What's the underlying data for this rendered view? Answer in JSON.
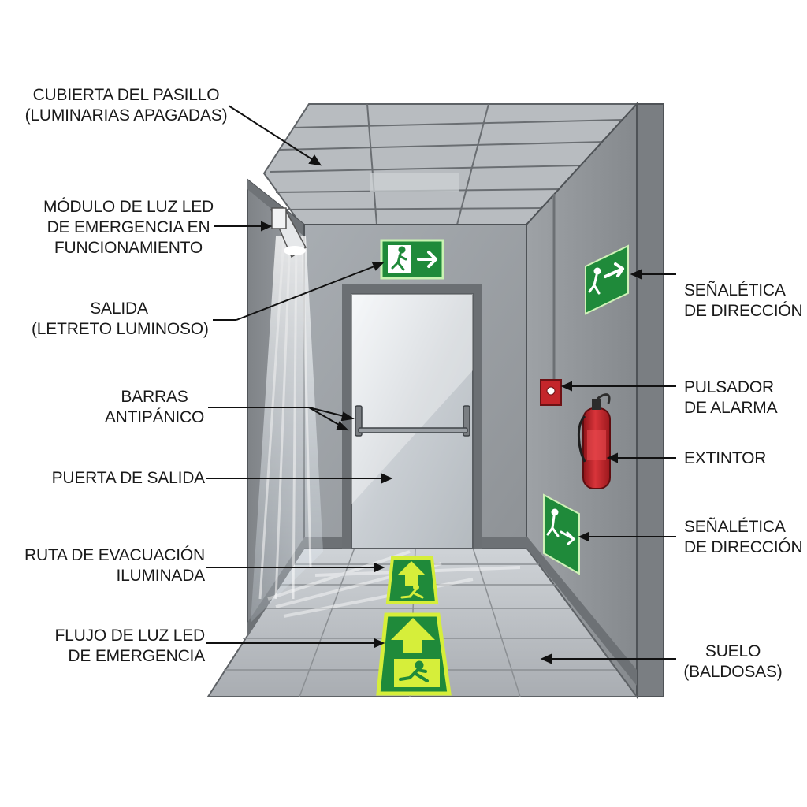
{
  "labels": {
    "ceiling": [
      "CUBIERTA DEL PASILLO",
      "(LUMINARIAS APAGADAS)"
    ],
    "led_module": [
      "MÓDULO DE LUZ LED",
      "DE EMERGENCIA EN",
      "FUNCIONAMIENTO"
    ],
    "exit_sign": [
      "SALIDA",
      "(LETRETO LUMINOSO)"
    ],
    "panic_bars": [
      "BARRAS",
      "ANTIPÁNICO"
    ],
    "exit_door": [
      "PUERTA DE SALIDA"
    ],
    "evac_route": [
      "RUTA DE EVACUACIÓN",
      "ILUMINADA"
    ],
    "led_flow": [
      "FLUJO DE LUZ LED",
      "DE EMERGENCIA"
    ],
    "direction_sign_top": [
      "SEÑALÉTICA",
      "DE DIRECCIÓN"
    ],
    "alarm_button": [
      "PULSADOR",
      "DE ALARMA"
    ],
    "extinguisher": [
      "EXTINTOR"
    ],
    "direction_sign_bottom": [
      "SEÑALÉTICA",
      "DE DIRECCIÓN"
    ],
    "floor": [
      "SUELO",
      "(BALDOSAS)"
    ]
  },
  "colors": {
    "sign_green": "#1f8a3a",
    "floor_yellow": "#d6ee3a",
    "extinguisher_red": "#c4262b",
    "wall_gray": "#8c8f93",
    "leader_line": "#111111"
  },
  "icons": [
    "running-person-icon",
    "right-arrow-icon",
    "up-arrow-icon"
  ]
}
